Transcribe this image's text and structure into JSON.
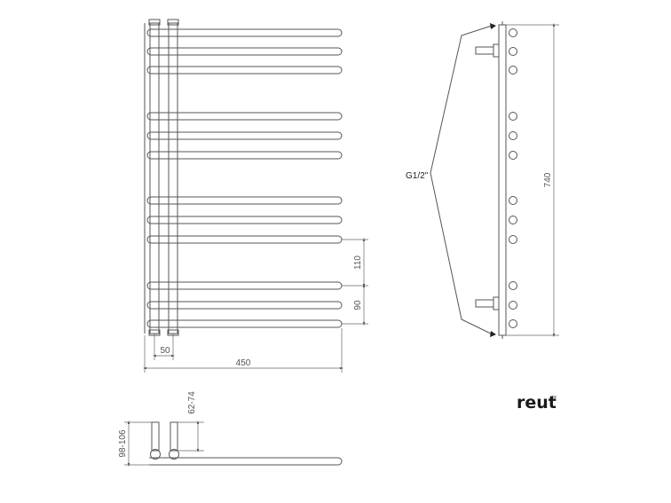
{
  "dimensions": {
    "width": "450",
    "pipe_spacing": "50",
    "height": "740",
    "gap_large": "110",
    "gap_small": "90",
    "pipe_depth": "62-74",
    "total_depth": "98-106"
  },
  "thread_label": "G1/2\"",
  "logo": {
    "text": "reut",
    "superscript": "ex"
  }
}
